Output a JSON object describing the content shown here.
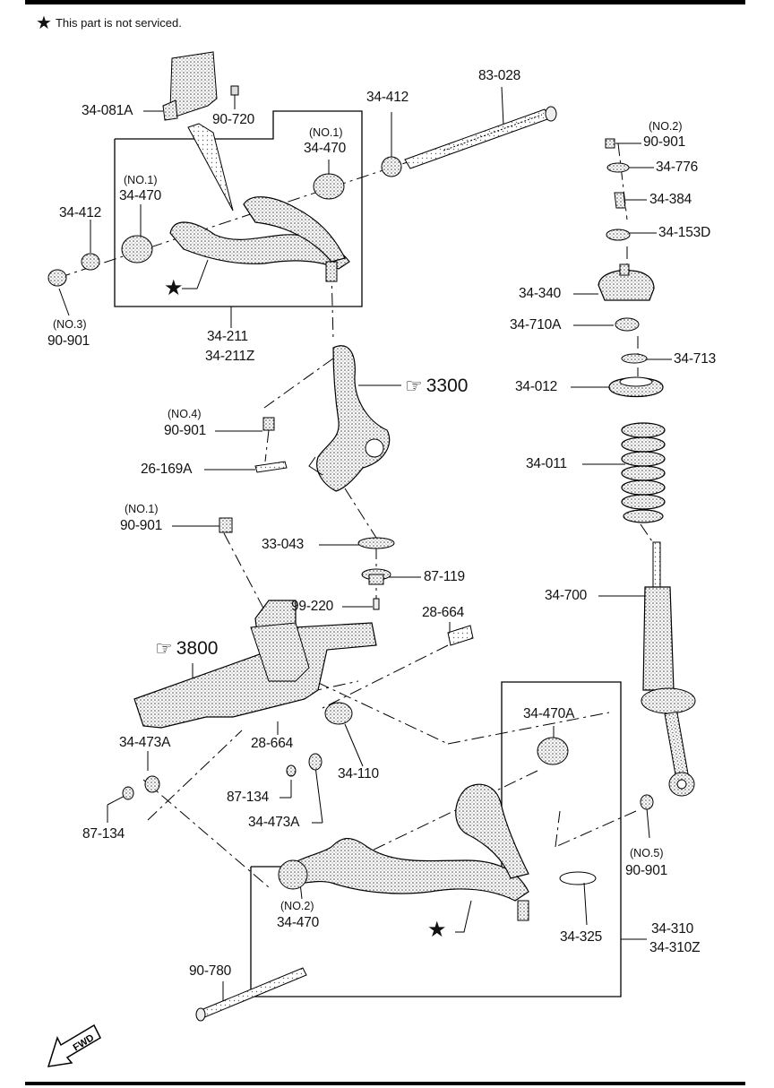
{
  "note": {
    "star": "★",
    "text": "This part is not serviced."
  },
  "refs": {
    "r3300": "3300",
    "r3800": "3800",
    "hand": "☞"
  },
  "fwd": "FWD",
  "labels": {
    "p34_081A": "34-081A",
    "p90_720": "90-720",
    "p34_412_top": "34-412",
    "p83_028": "83-028",
    "no1_a": "(NO.1)",
    "p34_470_a": "34-470",
    "no1_b": "(NO.1)",
    "p34_470_b": "34-470",
    "p34_412_left": "34-412",
    "no3": "(NO.3)",
    "p90_901_no3": "90-901",
    "p34_211": "34-211",
    "p34_211Z": "34-211Z",
    "no4": "(NO.4)",
    "p90_901_no4": "90-901",
    "p26_169A": "26-169A",
    "no1_c": "(NO.1)",
    "p90_901_no1": "90-901",
    "p33_043": "33-043",
    "p87_119": "87-119",
    "p99_220": "99-220",
    "p28_664_a": "28-664",
    "p34_473A_a": "34-473A",
    "p28_664_b": "28-664",
    "p34_110": "34-110",
    "p87_134_a": "87-134",
    "p34_473A_b": "34-473A",
    "p87_134_b": "87-134",
    "p34_470A": "34-470A",
    "no2_b": "(NO.2)",
    "p34_470_c": "34-470",
    "p34_325": "34-325",
    "p34_310": "34-310",
    "p34_310Z": "34-310Z",
    "p90_780": "90-780",
    "no5": "(NO.5)",
    "p90_901_no5": "90-901",
    "no2_a": "(NO.2)",
    "p90_901_no2": "90-901",
    "p34_776": "34-776",
    "p34_384": "34-384",
    "p34_153D": "34-153D",
    "p34_340": "34-340",
    "p34_710A": "34-710A",
    "p34_713": "34-713",
    "p34_012": "34-012",
    "p34_011": "34-011",
    "p34_700": "34-700"
  },
  "stars": {
    "s1": "★",
    "s2": "★"
  }
}
